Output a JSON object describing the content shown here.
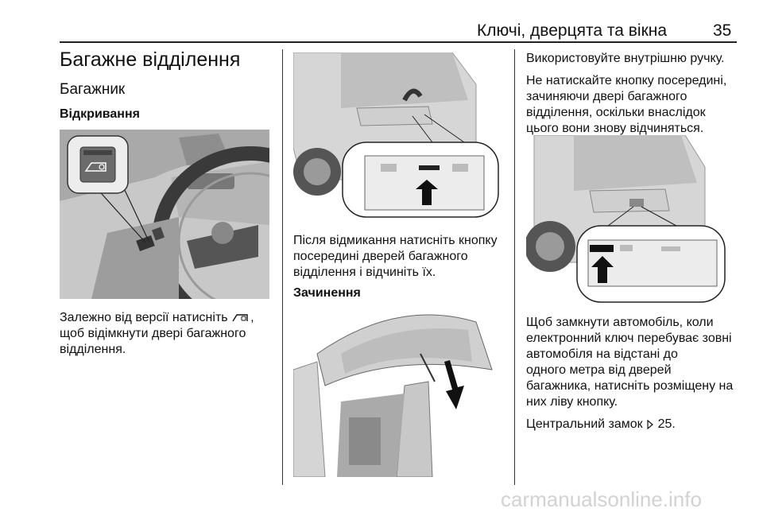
{
  "header": {
    "title": "Ключі, дверцята та вікна",
    "page_number": "35"
  },
  "left": {
    "section_title": "Багажне відділення",
    "subtitle": "Багажник",
    "subsubtitle": "Відкривання",
    "para1_a": "Залежно від версії натисніть",
    "para1_b": ",",
    "para1_c": "щоб відімкнути двері багажного",
    "para1_d": "відділення.",
    "icon_name": "trunk-open-icon"
  },
  "middle": {
    "para1": [
      "Після відмикання натисніть кнопку",
      "посередині дверей багажного",
      "відділення і відчиніть їх."
    ],
    "subsubtitle": "Зачинення"
  },
  "right": {
    "para1": "Використовуйте внутрішню ручку.",
    "para2": [
      "Не натискайте кнопку посередині,",
      "зачиняючи двері багажного",
      "відділення, оскільки внаслідок",
      "цього вони знову відчиняться."
    ],
    "para3": [
      "Щоб замкнути автомобіль, коли",
      "електронний ключ перебуває зовні",
      "автомобіля на відстані до",
      "одного метра від дверей",
      "багажника, натисніть розміщену на",
      "них ліву кнопку."
    ],
    "para4_a": "Центральний замок",
    "para4_b": "25."
  },
  "watermark": "carmanualsonline.info"
}
